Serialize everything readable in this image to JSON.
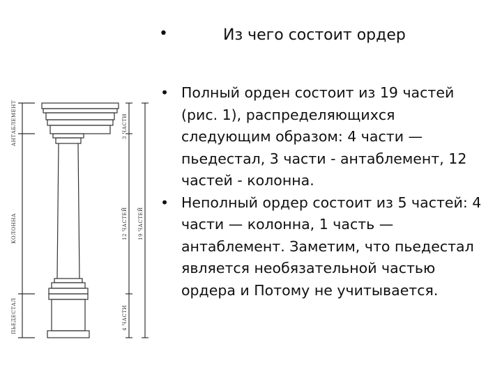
{
  "slide": {
    "bullet_symbol": "•",
    "title": "Из чего состоит ордер",
    "bullets": [
      "Полный орден состоит из 19 частей (рис. 1), распределяющихся следующим образом: 4 части — пьедестал, 3 части - антаблемент, 12 частей - колонна.",
      "Неполный ордер состоит из 5 частей: 4 части — колонна, 1 часть — антаблемент. Заметим, что пьедестал является необязательной частью ордера и Потому не учитывается."
    ]
  },
  "figure": {
    "left_labels": {
      "entablature": "АНТАБЛЕМЕНТ",
      "column": "КОЛОННА",
      "pedestal": "ПЬЕДЕСТАЛ"
    },
    "right_labels": {
      "three_parts": "3 ЧАСТИ",
      "twelve_parts": "12 ЧАСТЕЙ",
      "four_parts": "4 ЧАСТИ",
      "nineteen_parts": "19 ЧАСТЕЙ"
    },
    "line_color": "#333333"
  }
}
